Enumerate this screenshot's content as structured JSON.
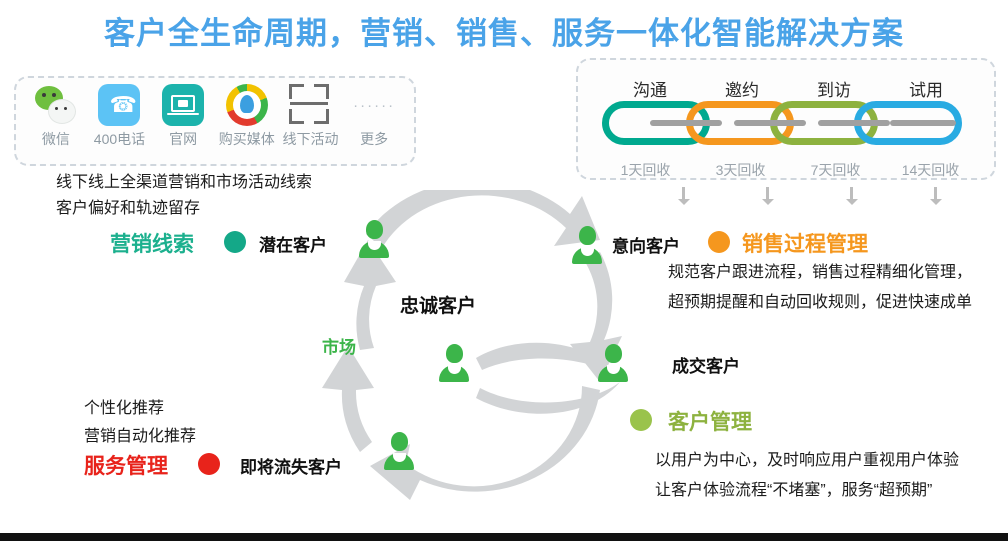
{
  "title": "客户全生命周期，营销、销售、服务一体化智能解决方案",
  "title_color": "#4aa3e8",
  "channel_panel": {
    "items": [
      {
        "label": "微信",
        "icon": "wechat-icon"
      },
      {
        "label": "400电话",
        "icon": "phone-icon"
      },
      {
        "label": "官网",
        "icon": "website-icon"
      },
      {
        "label": "购买媒体",
        "icon": "media-icon"
      },
      {
        "label": "线下活动",
        "icon": "offline-scan-icon"
      },
      {
        "label": "更多",
        "icon": "ellipsis-icon",
        "glyph": "······"
      }
    ]
  },
  "chain_panel": {
    "steps": [
      "沟通",
      "邀约",
      "到访",
      "试用"
    ],
    "recycle": [
      "1天回收",
      "3天回收",
      "7天回收",
      "14天回收"
    ],
    "colors": [
      "#00a98f",
      "#f5971e",
      "#8db23f",
      "#29abe2"
    ]
  },
  "marketing": {
    "line1": "线下线上全渠道营销和市场活动线索",
    "line2": "客户偏好和轨迹留存",
    "stage": "营销线索",
    "stage_color": "#1cb08e",
    "bullet_color": "#14a888",
    "node": "潜在客户"
  },
  "sales": {
    "node": "意向客户",
    "stage": "销售过程管理",
    "stage_color": "#f5971e",
    "bullet_color": "#f5971e",
    "line1": "规范客户跟进流程，销售过程精细化管理，",
    "line2": "超预期提醒和自动回收规则，促进快速成单"
  },
  "customer": {
    "node": "成交客户",
    "stage": "客户管理",
    "stage_color": "#8db23f",
    "bullet_color": "#9ac34c",
    "line1": "以用户为中心，及时响应用户重视用户体验",
    "line2": "让客户体验流程“不堵塞”，服务“超预期”"
  },
  "service": {
    "line1": "个性化推荐",
    "line2": "营销自动化推荐",
    "stage": "服务管理",
    "stage_color": "#e8231b",
    "bullet_color": "#e8231b",
    "node": "即将流失客户"
  },
  "center": {
    "loyal": "忠诚客户",
    "market": "市场",
    "market_color": "#3cb54a"
  }
}
